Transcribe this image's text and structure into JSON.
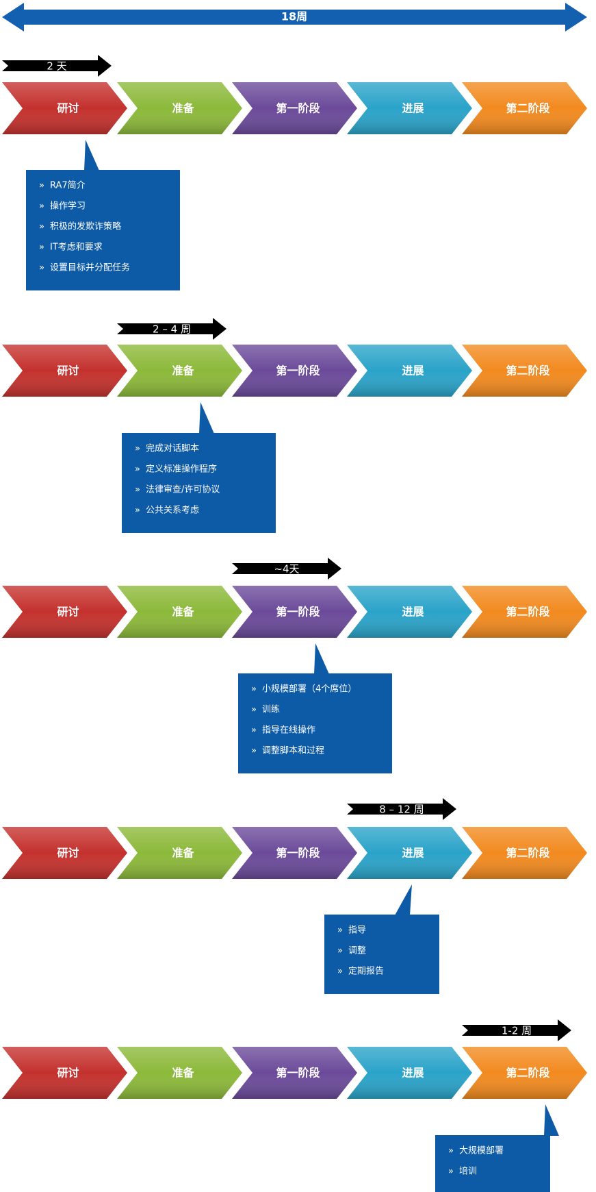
{
  "timeline": {
    "total_label": "18周"
  },
  "phases": [
    "研讨",
    "准备",
    "第一阶段",
    "进展",
    "第二阶段"
  ],
  "colors": {
    "timeline": "#1360b0",
    "callout": "#0d5aa7",
    "duration_arrow": "#000000",
    "phases": [
      "#c4312d",
      "#8cb93a",
      "#6b4a9a",
      "#2aa3c9",
      "#f28a1f"
    ]
  },
  "rows": [
    {
      "active": 0,
      "duration": "2 天",
      "bullets": [
        "RA7简介",
        "操作学习",
        "积极的发欺诈策略",
        "IT考虑和要求",
        "设置目标并分配任务"
      ]
    },
    {
      "active": 1,
      "duration": "2 – 4 周",
      "bullets": [
        "完成对话脚本",
        "定义标准操作程序",
        "法律审查/许可协议",
        "公共关系考虑"
      ]
    },
    {
      "active": 2,
      "duration": "~4天",
      "bullets": [
        "小规模部署（4个席位）",
        "训练",
        "指导在线操作",
        "调整脚本和过程"
      ]
    },
    {
      "active": 3,
      "duration": "8 – 12 周",
      "bullets": [
        "指导",
        "调整",
        "定期报告"
      ]
    },
    {
      "active": 4,
      "duration": "1-2 周",
      "bullets": [
        "大规模部署",
        "培训"
      ]
    }
  ]
}
